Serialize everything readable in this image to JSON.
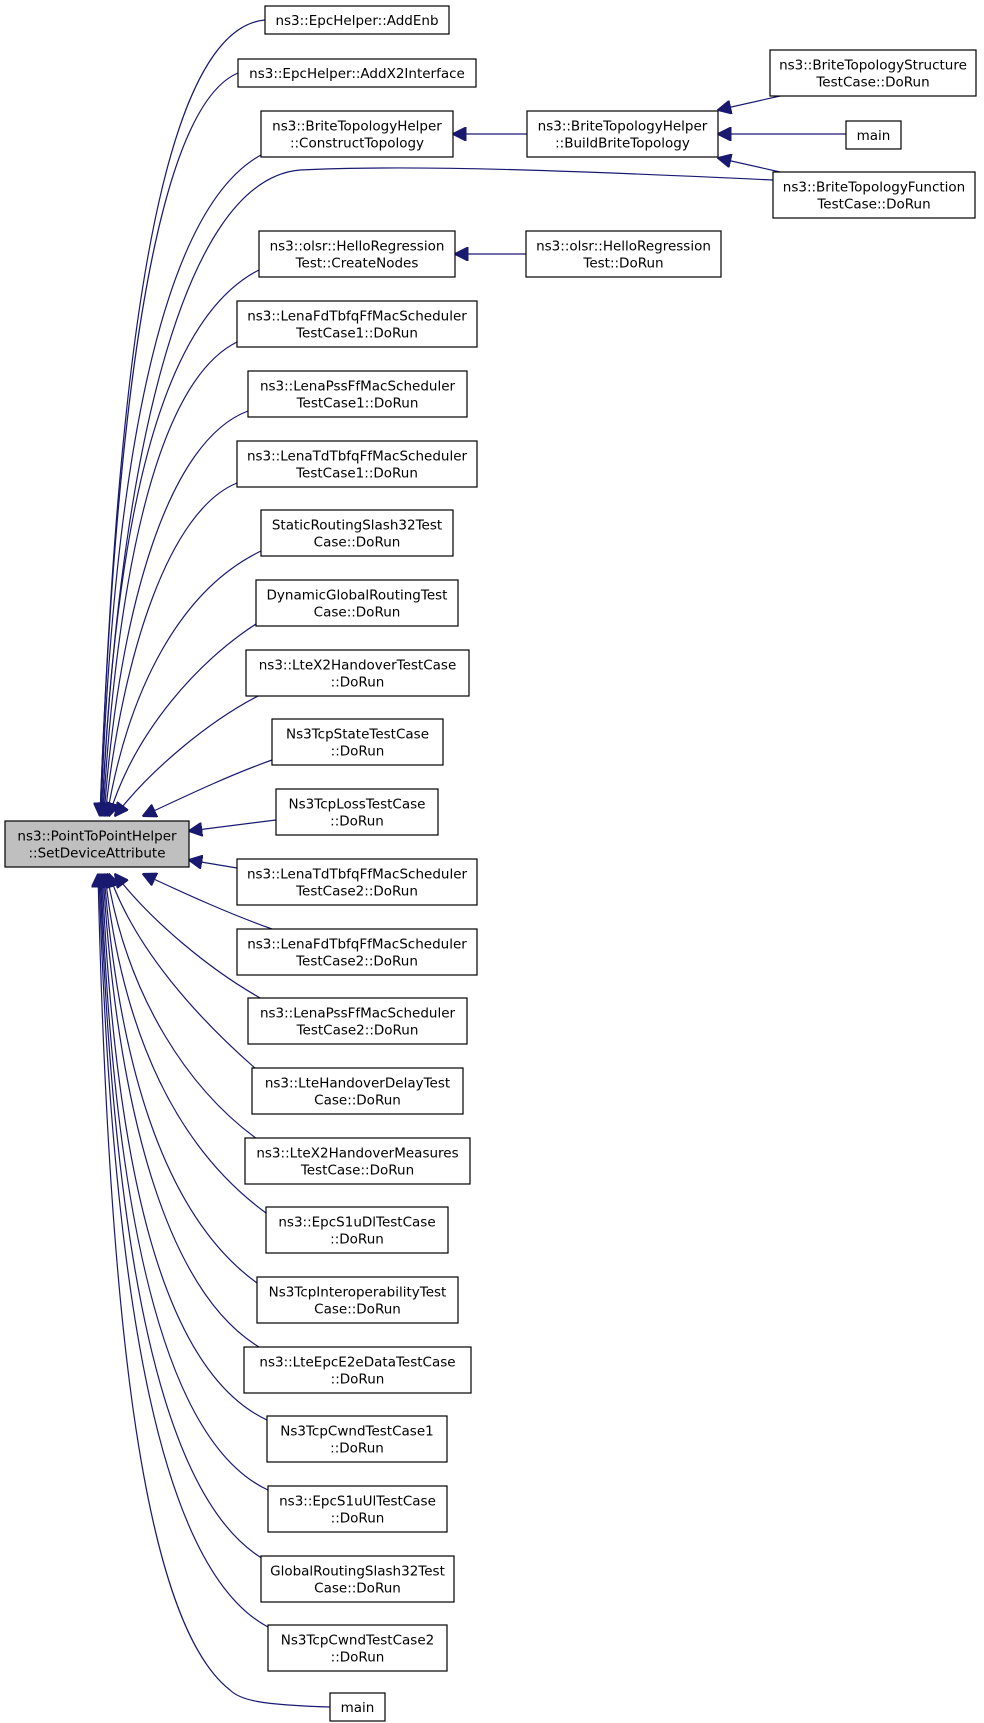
{
  "graph": {
    "colors": {
      "edge": "#191970",
      "root_fill": "#bfbfbf",
      "node_fill": "#ffffff",
      "node_border": "#000000"
    },
    "nodes": [
      {
        "id": "root",
        "lines": [
          "ns3::PointToPointHelper",
          "::SetDeviceAttribute"
        ],
        "root": true
      },
      {
        "id": "n1",
        "lines": [
          "ns3::EpcHelper::AddEnb"
        ]
      },
      {
        "id": "n2",
        "lines": [
          "ns3::EpcHelper::AddX2Interface"
        ]
      },
      {
        "id": "n3",
        "lines": [
          "ns3::BriteTopologyHelper",
          "::ConstructTopology"
        ]
      },
      {
        "id": "n4",
        "lines": [
          "ns3::BriteTopologyHelper",
          "::BuildBriteTopology"
        ]
      },
      {
        "id": "n5",
        "lines": [
          "ns3::BriteTopologyStructure",
          "TestCase::DoRun"
        ]
      },
      {
        "id": "n6",
        "lines": [
          "main"
        ]
      },
      {
        "id": "n7",
        "lines": [
          "ns3::BriteTopologyFunction",
          "TestCase::DoRun"
        ]
      },
      {
        "id": "n8",
        "lines": [
          "ns3::olsr::HelloRegression",
          "Test::CreateNodes"
        ]
      },
      {
        "id": "n9",
        "lines": [
          "ns3::olsr::HelloRegression",
          "Test::DoRun"
        ]
      },
      {
        "id": "n10",
        "lines": [
          "ns3::LenaFdTbfqFfMacScheduler",
          "TestCase1::DoRun"
        ]
      },
      {
        "id": "n11",
        "lines": [
          "ns3::LenaPssFfMacScheduler",
          "TestCase1::DoRun"
        ]
      },
      {
        "id": "n12",
        "lines": [
          "ns3::LenaTdTbfqFfMacScheduler",
          "TestCase1::DoRun"
        ]
      },
      {
        "id": "n13",
        "lines": [
          "StaticRoutingSlash32Test",
          "Case::DoRun"
        ]
      },
      {
        "id": "n14",
        "lines": [
          "DynamicGlobalRoutingTest",
          "Case::DoRun"
        ]
      },
      {
        "id": "n15",
        "lines": [
          "ns3::LteX2HandoverTestCase",
          "::DoRun"
        ]
      },
      {
        "id": "n16",
        "lines": [
          "Ns3TcpStateTestCase",
          "::DoRun"
        ]
      },
      {
        "id": "n17",
        "lines": [
          "Ns3TcpLossTestCase",
          "::DoRun"
        ]
      },
      {
        "id": "n18",
        "lines": [
          "ns3::LenaTdTbfqFfMacScheduler",
          "TestCase2::DoRun"
        ]
      },
      {
        "id": "n19",
        "lines": [
          "ns3::LenaFdTbfqFfMacScheduler",
          "TestCase2::DoRun"
        ]
      },
      {
        "id": "n20",
        "lines": [
          "ns3::LenaPssFfMacScheduler",
          "TestCase2::DoRun"
        ]
      },
      {
        "id": "n21",
        "lines": [
          "ns3::LteHandoverDelayTest",
          "Case::DoRun"
        ]
      },
      {
        "id": "n22",
        "lines": [
          "ns3::LteX2HandoverMeasures",
          "TestCase::DoRun"
        ]
      },
      {
        "id": "n23",
        "lines": [
          "ns3::EpcS1uDlTestCase",
          "::DoRun"
        ]
      },
      {
        "id": "n24",
        "lines": [
          "Ns3TcpInteroperabilityTest",
          "Case::DoRun"
        ]
      },
      {
        "id": "n25",
        "lines": [
          "ns3::LteEpcE2eDataTestCase",
          "::DoRun"
        ]
      },
      {
        "id": "n26",
        "lines": [
          "Ns3TcpCwndTestCase1",
          "::DoRun"
        ]
      },
      {
        "id": "n27",
        "lines": [
          "ns3::EpcS1uUlTestCase",
          "::DoRun"
        ]
      },
      {
        "id": "n28",
        "lines": [
          "GlobalRoutingSlash32Test",
          "Case::DoRun"
        ]
      },
      {
        "id": "n29",
        "lines": [
          "Ns3TcpCwndTestCase2",
          "::DoRun"
        ]
      },
      {
        "id": "n30",
        "lines": [
          "main"
        ]
      }
    ]
  }
}
